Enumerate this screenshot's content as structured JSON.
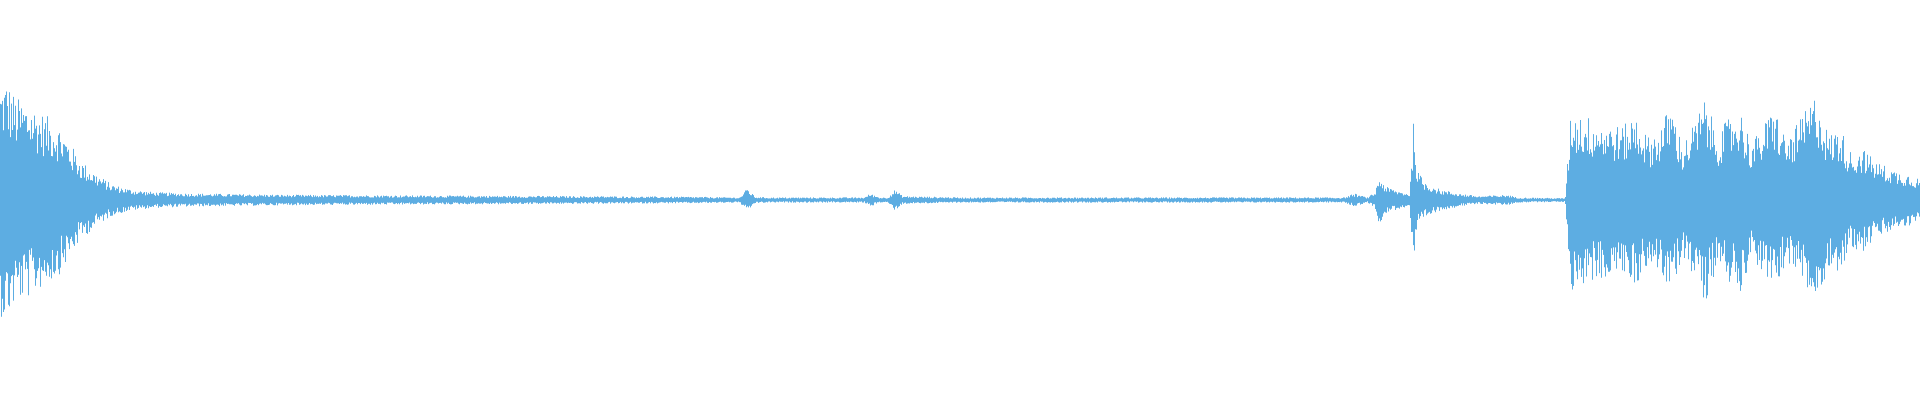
{
  "waveform": {
    "color": "#5DADE2",
    "background": "#ffffff",
    "envelope": [
      [
        0.0,
        0.88
      ],
      [
        0.003,
        0.92
      ],
      [
        0.008,
        0.78
      ],
      [
        0.015,
        0.74
      ],
      [
        0.022,
        0.66
      ],
      [
        0.03,
        0.58
      ],
      [
        0.036,
        0.44
      ],
      [
        0.042,
        0.3
      ],
      [
        0.05,
        0.2
      ],
      [
        0.058,
        0.12
      ],
      [
        0.068,
        0.08
      ],
      [
        0.08,
        0.06
      ],
      [
        0.1,
        0.05
      ],
      [
        0.15,
        0.04
      ],
      [
        0.22,
        0.035
      ],
      [
        0.3,
        0.03
      ],
      [
        0.36,
        0.025
      ],
      [
        0.385,
        0.02
      ],
      [
        0.389,
        0.09
      ],
      [
        0.393,
        0.025
      ],
      [
        0.4,
        0.02
      ],
      [
        0.45,
        0.02
      ],
      [
        0.453,
        0.05
      ],
      [
        0.458,
        0.02
      ],
      [
        0.462,
        0.02
      ],
      [
        0.466,
        0.08
      ],
      [
        0.47,
        0.03
      ],
      [
        0.5,
        0.02
      ],
      [
        0.6,
        0.02
      ],
      [
        0.68,
        0.02
      ],
      [
        0.7,
        0.02
      ],
      [
        0.705,
        0.05
      ],
      [
        0.712,
        0.02
      ],
      [
        0.716,
        0.06
      ],
      [
        0.718,
        0.18
      ],
      [
        0.722,
        0.1
      ],
      [
        0.728,
        0.07
      ],
      [
        0.734,
        0.05
      ],
      [
        0.736,
        0.6
      ],
      [
        0.738,
        0.22
      ],
      [
        0.742,
        0.14
      ],
      [
        0.75,
        0.08
      ],
      [
        0.76,
        0.05
      ],
      [
        0.77,
        0.03
      ],
      [
        0.785,
        0.04
      ],
      [
        0.79,
        0.02
      ],
      [
        0.81,
        0.015
      ],
      [
        0.815,
        0.015
      ],
      [
        0.818,
        0.7
      ],
      [
        0.822,
        0.66
      ],
      [
        0.83,
        0.62
      ],
      [
        0.838,
        0.58
      ],
      [
        0.845,
        0.56
      ],
      [
        0.852,
        0.66
      ],
      [
        0.858,
        0.48
      ],
      [
        0.864,
        0.54
      ],
      [
        0.87,
        0.74
      ],
      [
        0.876,
        0.42
      ],
      [
        0.882,
        0.58
      ],
      [
        0.888,
        0.78
      ],
      [
        0.894,
        0.5
      ],
      [
        0.9,
        0.62
      ],
      [
        0.906,
        0.7
      ],
      [
        0.912,
        0.44
      ],
      [
        0.918,
        0.56
      ],
      [
        0.924,
        0.72
      ],
      [
        0.93,
        0.46
      ],
      [
        0.936,
        0.58
      ],
      [
        0.94,
        0.68
      ],
      [
        0.946,
        0.82
      ],
      [
        0.952,
        0.5
      ],
      [
        0.958,
        0.56
      ],
      [
        0.964,
        0.36
      ],
      [
        0.97,
        0.4
      ],
      [
        0.976,
        0.3
      ],
      [
        0.982,
        0.26
      ],
      [
        0.988,
        0.22
      ],
      [
        0.994,
        0.2
      ],
      [
        1.0,
        0.16
      ]
    ]
  }
}
